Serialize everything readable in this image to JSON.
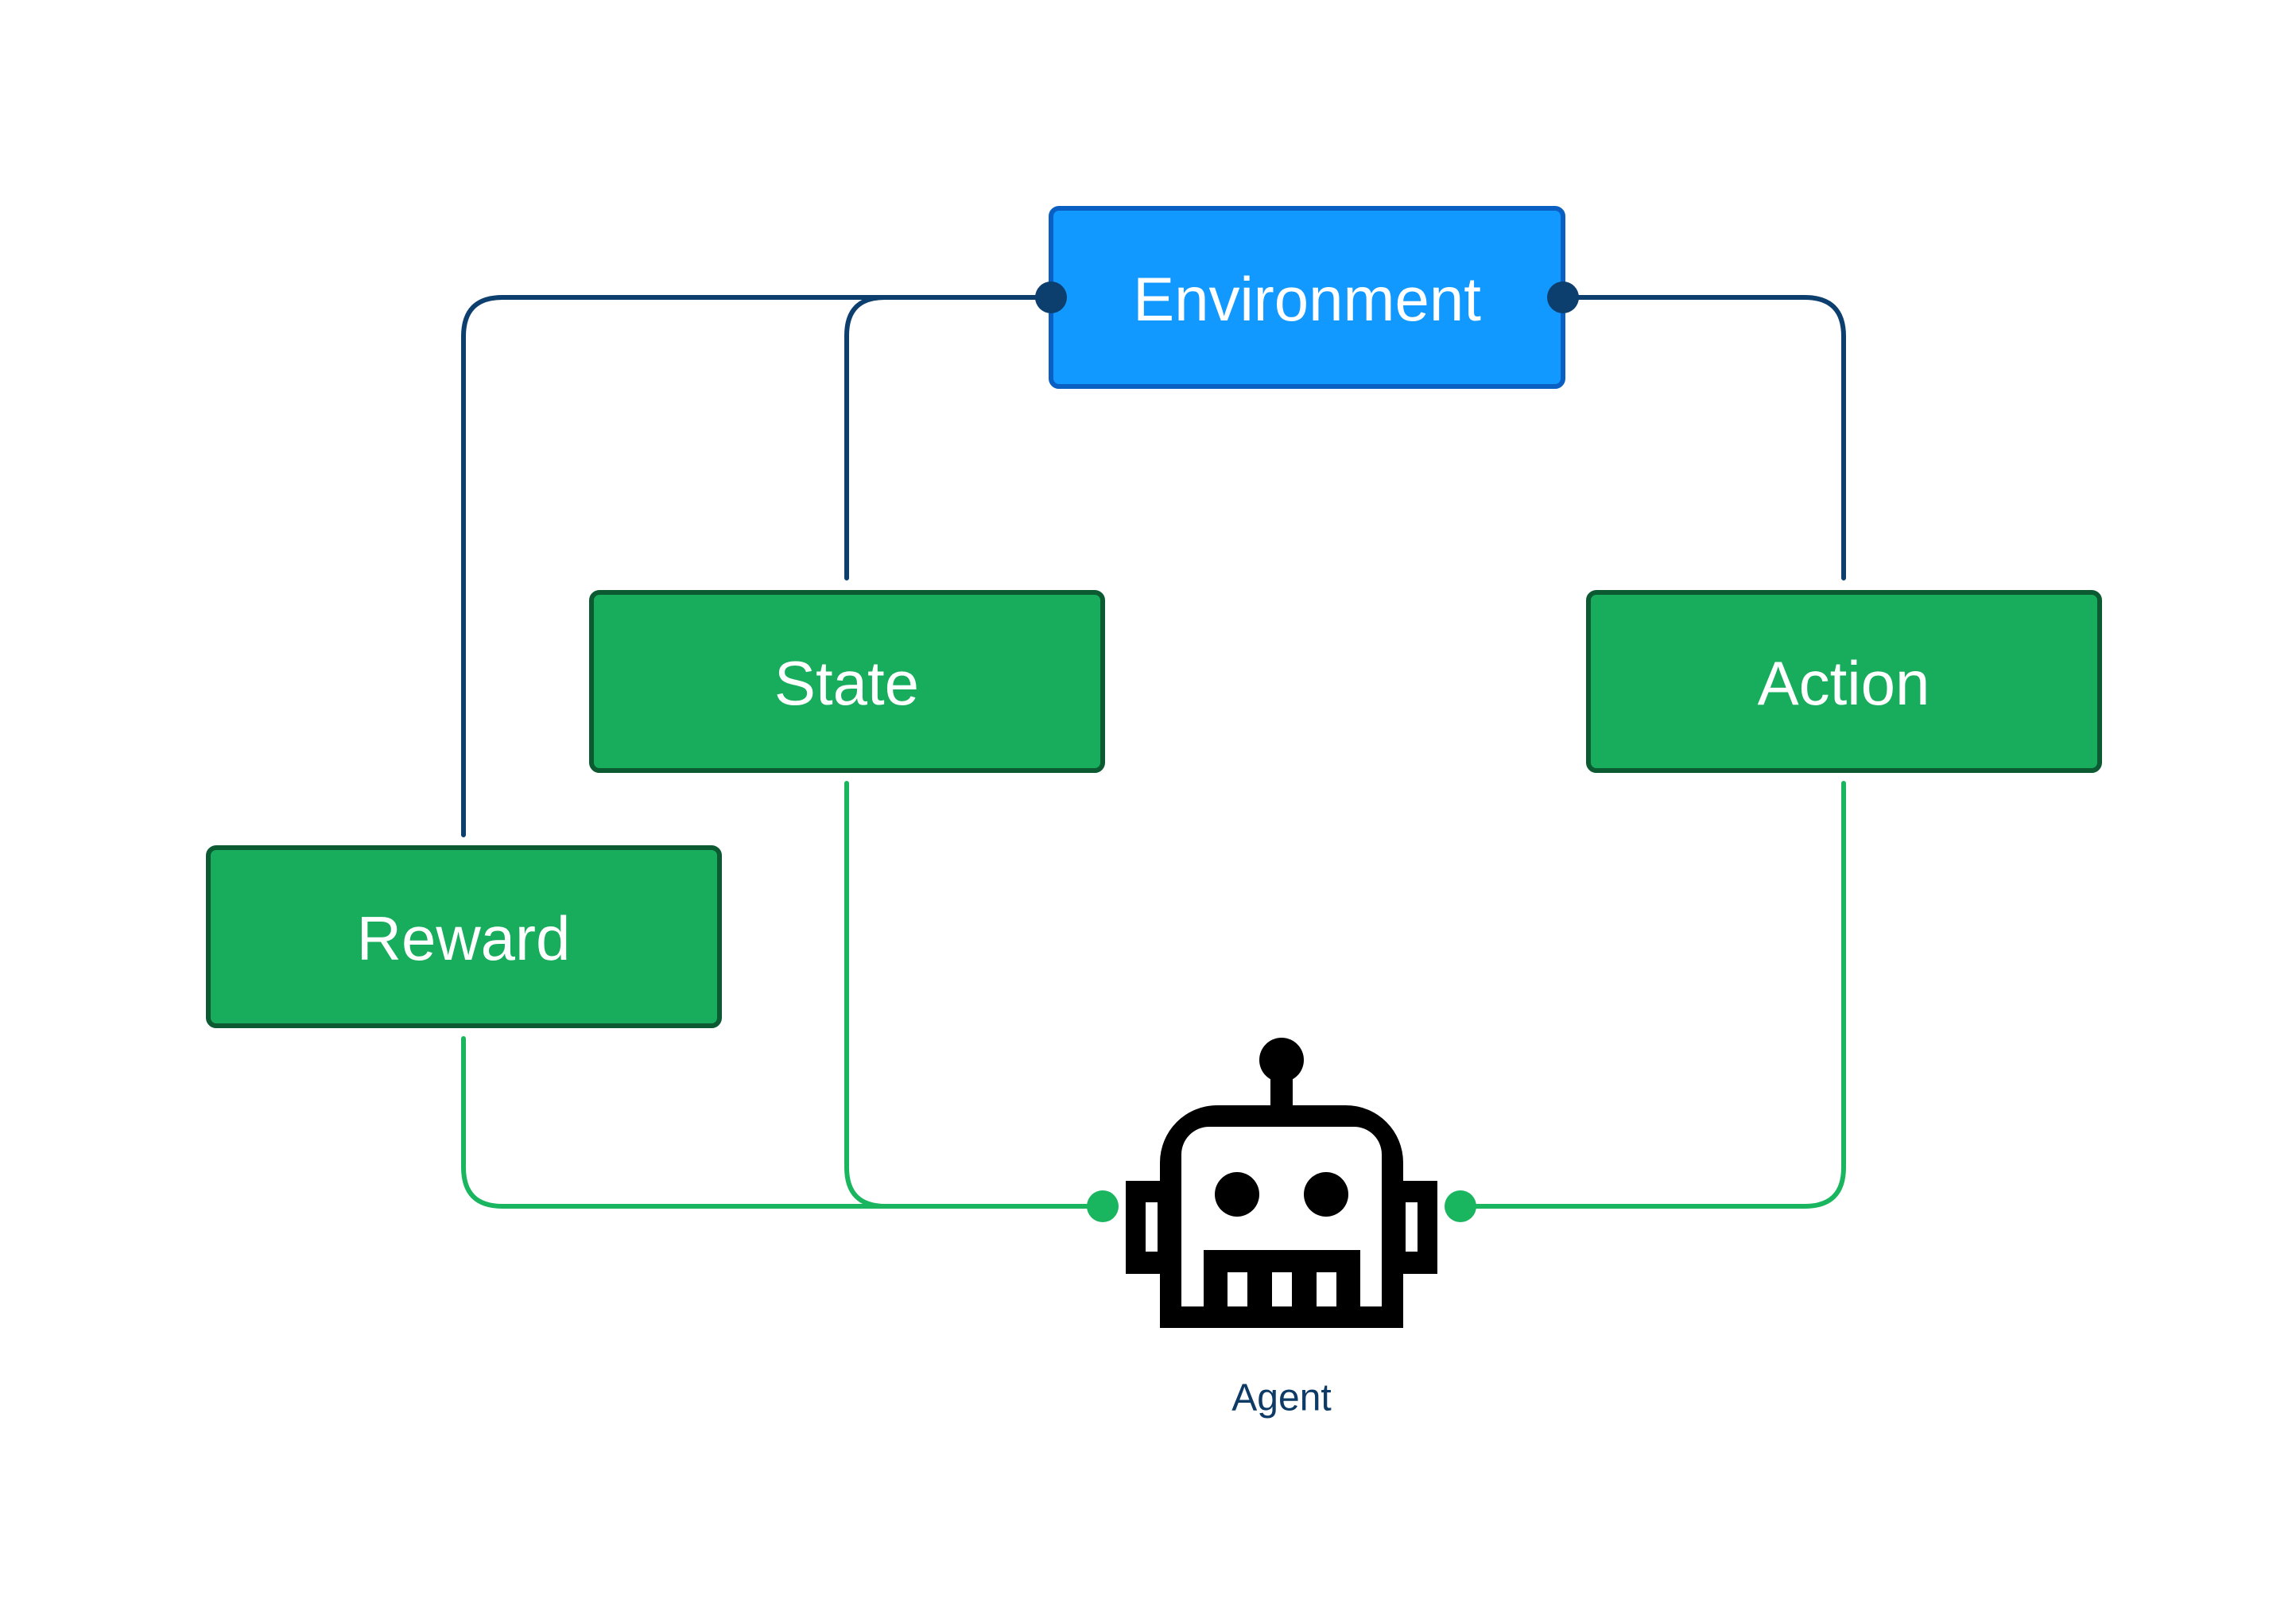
{
  "nodes": {
    "environment": {
      "label": "Environment"
    },
    "state": {
      "label": "State"
    },
    "action": {
      "label": "Action"
    },
    "reward": {
      "label": "Reward"
    },
    "agent": {
      "label": "Agent",
      "icon": "robot-icon"
    }
  },
  "colors": {
    "environment_fill": "#1199ff",
    "environment_border": "#0a5fc2",
    "green_fill": "#18ad5d",
    "green_border": "#0c5a31",
    "navy_line": "#0d3f6e",
    "green_line": "#1ab55f",
    "agent_label": "#0d3b66",
    "robot": "#000000"
  }
}
